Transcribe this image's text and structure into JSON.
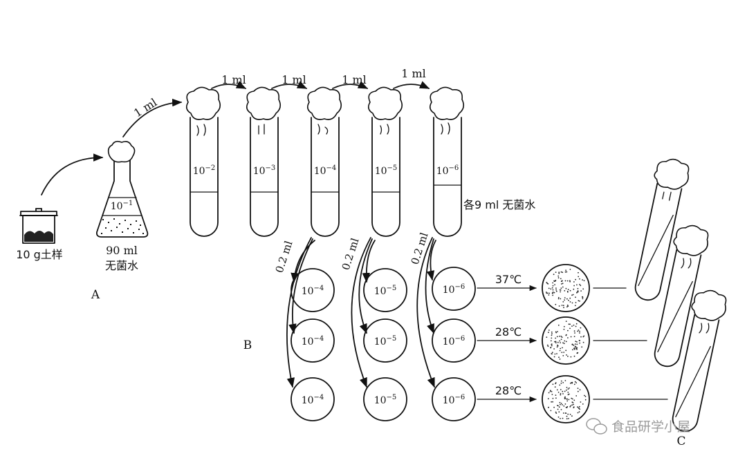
{
  "sample": {
    "label": "10 g土样",
    "section": "A"
  },
  "flask": {
    "conc_base": "10",
    "conc_exp": "−1",
    "volume": "90 ml",
    "water": "无菌水"
  },
  "transfers": {
    "first": "1 ml",
    "tube_steps": [
      "1 ml",
      "1 ml",
      "1 ml",
      "1 ml"
    ]
  },
  "tubes": [
    {
      "base": "10",
      "exp": "−2"
    },
    {
      "base": "10",
      "exp": "−3"
    },
    {
      "base": "10",
      "exp": "−4"
    },
    {
      "base": "10",
      "exp": "−5"
    },
    {
      "base": "10",
      "exp": "−6"
    }
  ],
  "tube_note": "各9 ml 无菌水",
  "section_b": "B",
  "plating_volume": "0.2 ml",
  "plate_columns": [
    {
      "base": "10",
      "exp": "−4"
    },
    {
      "base": "10",
      "exp": "−5"
    },
    {
      "base": "10",
      "exp": "−6"
    }
  ],
  "incubation": [
    "37℃",
    "28℃",
    "28℃"
  ],
  "section_c": "C",
  "watermark": "食品研学小屋"
}
